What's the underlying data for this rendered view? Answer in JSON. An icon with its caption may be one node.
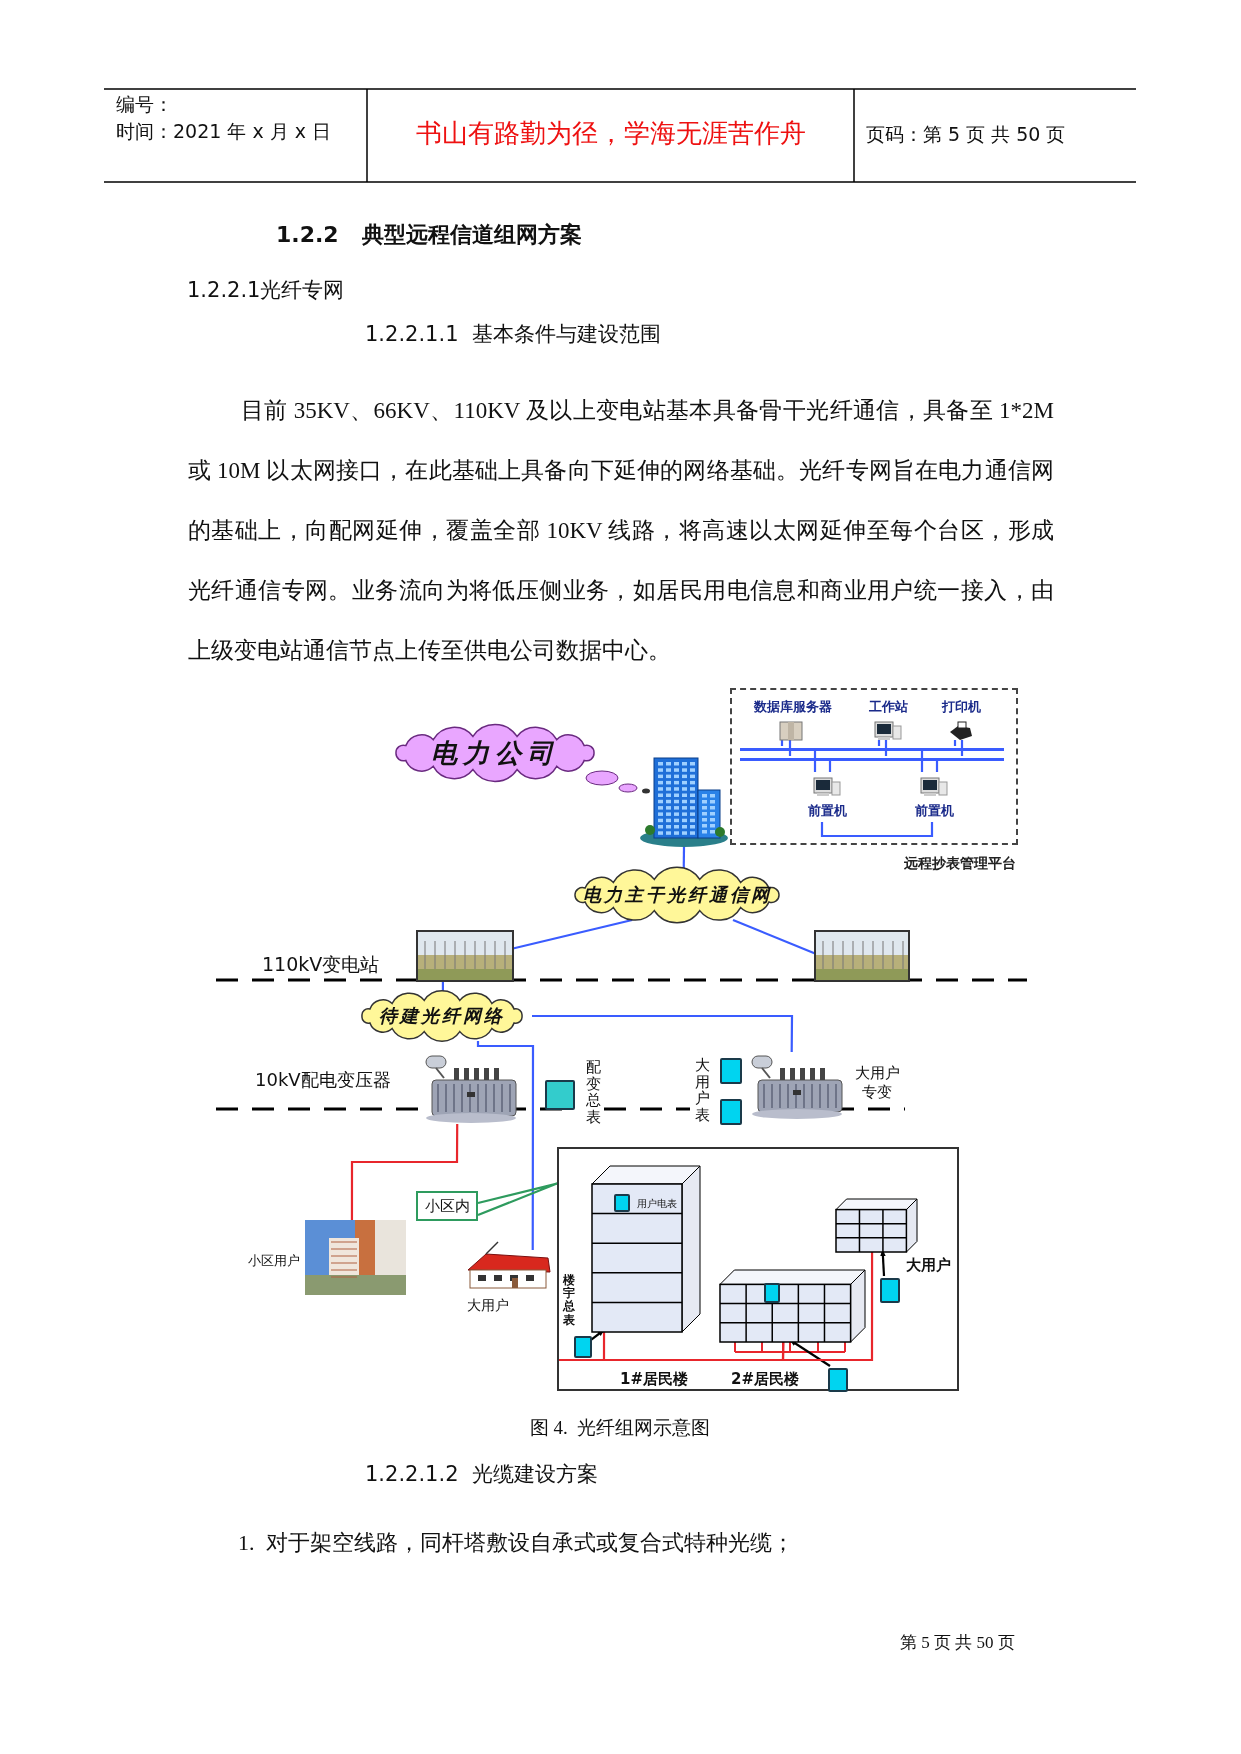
{
  "diagram": {
    "caption": "图 4.  光纤组网示意图",
    "nodes": [
      {
        "text": [
          "电力公司"
        ]
      },
      {
        "text": [],
        "shape": "picture"
      },
      {
        "text": [
          "远程抄表管理平台"
        ]
      },
      {
        "text": [
          "数据库服务器"
        ],
        "in": 2
      },
      {
        "text": [
          "工作站"
        ],
        "in": 2
      },
      {
        "text": [
          "打印机"
        ],
        "in": 2
      },
      {
        "text": [
          "前置机"
        ],
        "in": 2
      },
      {
        "text": [
          "前置机"
        ],
        "in": 2
      },
      {
        "text": [
          "电力主干光纤通信网"
        ]
      },
      {
        "text": [],
        "shape": "picture"
      },
      {
        "text": [],
        "shape": "picture"
      },
      {
        "text": [
          "待建光纤网络"
        ]
      },
      {
        "text": [],
        "shape": "picture"
      },
      {
        "text": [],
        "shape": "box",
        "beside": [
          "配变总表"
        ]
      },
      {
        "text": [],
        "shape": "picture",
        "beside": [
          "大用户专变"
        ]
      },
      {
        "text": [],
        "shape": "box"
      },
      {
        "text": [],
        "shape": "box"
      },
      {
        "text": [],
        "shape": "picture",
        "beside": [
          "小区用户"
        ]
      },
      {
        "text": [
          "小区内"
        ]
      },
      {
        "text": [],
        "shape": "picture",
        "beside": [
          "大用户"
        ]
      },
      {
        "text": [],
        "shape": "box"
      },
      {
        "text": [],
        "shape": "picture",
        "in": 20,
        "beside": [
          "1#居民楼"
        ]
      },
      {
        "text": [],
        "shape": "box",
        "in": 21,
        "beside": [
          "用户电表"
        ]
      },
      {
        "text": [],
        "shape": "box",
        "in": 20,
        "beside": [
          "楼宇总表"
        ]
      },
      {
        "text": [],
        "shape": "picture",
        "in": 20,
        "beside": [
          "2#居民楼"
        ]
      },
      {
        "text": [],
        "shape": "box",
        "in": 24
      },
      {
        "text": [],
        "shape": "box",
        "in": 20
      },
      {
        "text": [],
        "shape": "picture",
        "in": 20,
        "beside": [
          "大用户"
        ]
      },
      {
        "text": [],
        "shape": "box",
        "in": 20
      },
      {
        "text": [],
        "shape": "bar",
        "in": 2
      },
      {
        "text": [],
        "shape": "bar",
        "in": 2
      }
    ],
    "edges": [
      {
        "from": 1,
        "to": 8,
        "arrow": "none"
      },
      {
        "from": 8,
        "to": 9,
        "arrow": "none"
      },
      {
        "from": 8,
        "to": 10,
        "arrow": "none"
      },
      {
        "from": 9,
        "to": 11,
        "arrow": "none"
      },
      {
        "from": 11,
        "to": 14,
        "arrow": "none"
      },
      {
        "from": 11,
        "to": 19,
        "arrow": "none"
      },
      {
        "from": 12,
        "to": 17,
        "arrow": "none",
        "color": "#e8262c"
      },
      {
        "from": 18,
        "to": 20,
        "arrow": "none",
        "color": "#2e9b5e"
      },
      {
        "from": 23,
        "to": 21,
        "arrow": "to",
        "color": "#000000"
      },
      {
        "from": 26,
        "to": 24,
        "arrow": "to",
        "color": "#000000"
      },
      {
        "from": 28,
        "to": 27,
        "arrow": "to",
        "color": "#000000"
      },
      {
        "from": 21,
        "to": 24,
        "arrow": "none",
        "color": "#e8262c"
      },
      {
        "from": 24,
        "to": 27,
        "arrow": "none",
        "color": "#e8262c"
      },
      {
        "from": 3,
        "to": 29,
        "arrow": "none"
      },
      {
        "from": 3,
        "to": 30,
        "arrow": "none"
      },
      {
        "from": 4,
        "to": 29,
        "arrow": "none"
      },
      {
        "from": 4,
        "to": 30,
        "arrow": "none"
      },
      {
        "from": 5,
        "to": 29,
        "arrow": "none"
      },
      {
        "from": 5,
        "to": 30,
        "arrow": "none"
      },
      {
        "from": 6,
        "to": 29,
        "arrow": "none"
      },
      {
        "from": 6,
        "to": 30,
        "arrow": "none"
      },
      {
        "from": 7,
        "to": 29,
        "arrow": "none"
      },
      {
        "from": 7,
        "to": 30,
        "arrow": "none"
      },
      {
        "from": 6,
        "to": 7,
        "arrow": "none"
      }
    ],
    "labels": [
      "编号：",
      "时间：2021 年 x 月 x 日",
      "书山有路勤为径，学海无涯苦作舟",
      "页码：第 5 页  共 50 页",
      "1.2.2   典型远程信道组网方案",
      "1.2.2.1光纤专网",
      "1.2.2.1.1  基本条件与建设范围",
      "目前 35KV、66KV、110KV 及以上变电站基本具备骨干光纤通信，具备至 1*2M 或 10M 以太网接口，在此基础上具备向下延伸的网络基础。光纤专网旨在电力通信网的基础上，向配网延伸，覆盖全部 10KV 线路，将高速以太网延伸至每个台区，形成光纤通信专网。业务流向为将低压侧业务，如居民用电信息和商业用户统一接入，由上级变电站通信节点上传至供电公司数据中心。",
      "110kV变电站",
      "10kV配电变压器",
      "大用户表",
      "1.2.2.1.2  光缆建设方案",
      "1.  对于架空线路，同杆塔敷设自承式或复合式特种光缆；",
      "第 5 页 共 50 页"
    ]
  }
}
